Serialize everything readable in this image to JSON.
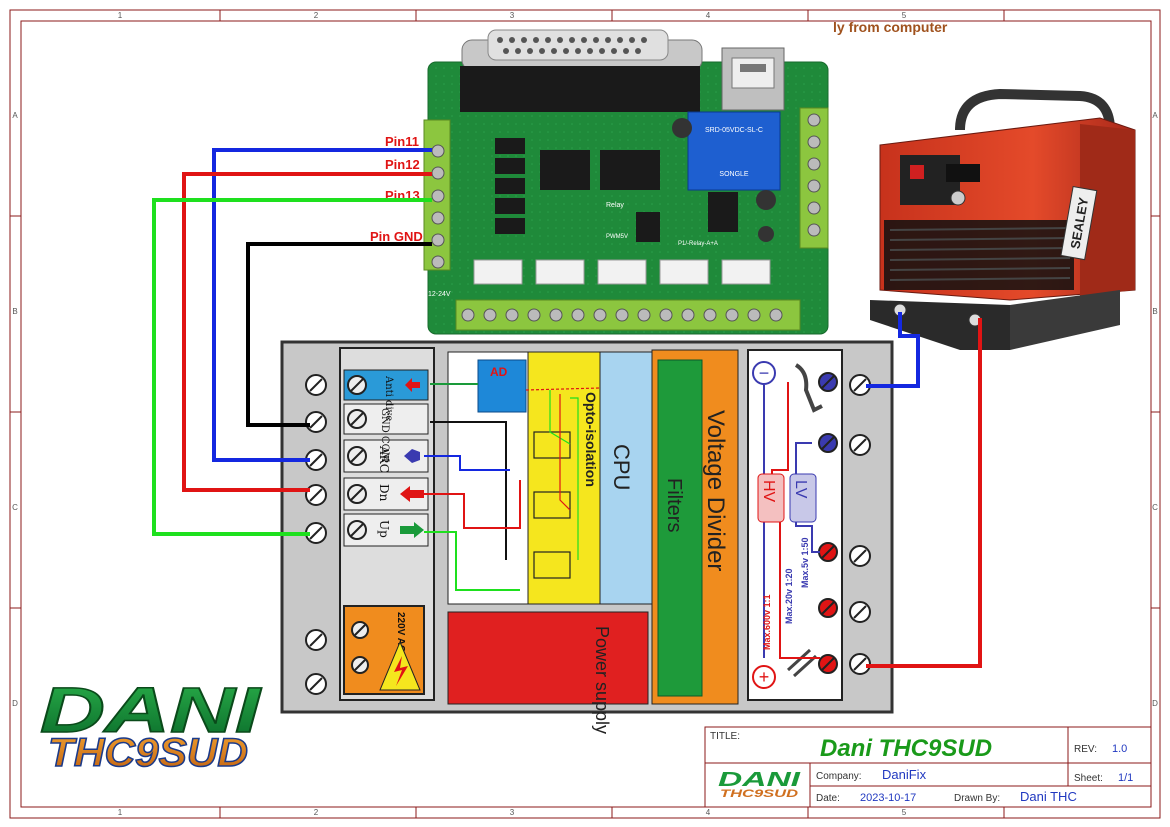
{
  "frame": {
    "col_labels": [
      "1",
      "2",
      "3",
      "4",
      "5"
    ],
    "row_labels": [
      "A",
      "B",
      "C",
      "D"
    ]
  },
  "header_note": "ly from computer",
  "breakout_board": {
    "pin_labels": [
      "Pin11",
      "Pin12",
      "Pin13",
      "Pin GND"
    ],
    "silkscreen": [
      "Relay",
      "PWM5V",
      "12-24V",
      "P1/-Relay-A+A",
      "SRD-05VDC-SL-C",
      "SONGLE"
    ]
  },
  "thc_module": {
    "input_labels": [
      "Anti dive",
      "GND COM",
      "ARC",
      "Dn",
      "Up"
    ],
    "power_label": "220V AC In",
    "blocks": {
      "ad": "AD",
      "opto": "Opto-isolation",
      "cpu": "CPU",
      "filters": "Filters",
      "voltage_divider": "Voltage Divider",
      "power_supply": "Power supply"
    },
    "divider_labels": {
      "hv": "HV",
      "lv": "LV",
      "hv_ratio": "Max.600v 1:1",
      "lv_ratio_20": "Max.20v 1:20",
      "lv_ratio_50": "Max.5v 1:50"
    }
  },
  "plasma_cutter": {
    "brand": "SEALEY"
  },
  "logo": {
    "line1": "DANI",
    "line2": "THC9SUD"
  },
  "title_block": {
    "title_label": "TITLE:",
    "title": "Dani THC9SUD",
    "rev_label": "REV:",
    "rev": "1.0",
    "company_label": "Company:",
    "company": "DaniFix",
    "sheet_label": "Sheet:",
    "sheet": "1/1",
    "date_label": "Date:",
    "date": "2023-10-17",
    "drawn_label": "Drawn By:",
    "drawn": "Dani THC"
  },
  "colors": {
    "wire_blue": "#1428e0",
    "wire_red": "#e01414",
    "wire_green": "#1ee01e",
    "wire_black": "#000000",
    "frame": "#8b1a1a",
    "pcb": "#1f8a3a",
    "terminal_green": "#8cc63f",
    "module_gray": "#c8c8c8",
    "opto_yellow": "#f5e61e",
    "cpu_blue": "#a8d4f0",
    "filters_green": "#1e9a3a",
    "divider_orange": "#f08c1e",
    "power_red": "#e02020",
    "title_green": "#1a9a1a",
    "title_blue": "#2038c0"
  }
}
